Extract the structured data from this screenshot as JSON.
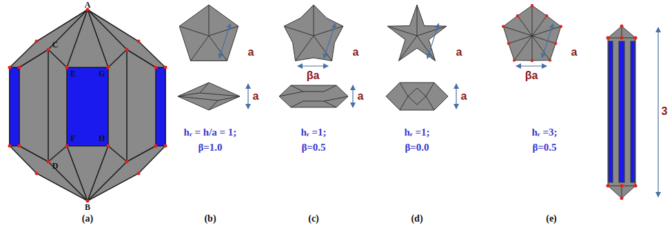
{
  "diagram": {
    "labels": [
      "A",
      "C",
      "E",
      "G",
      "F",
      "H",
      "D",
      "B",
      "(a)",
      "a",
      "a",
      "hᵣ = h/a = 1;",
      "β=1.0",
      "(b)",
      "a",
      "βa",
      "a",
      "hᵣ =1;",
      "β=0.5",
      "(c)",
      "a",
      "a",
      "hᵣ =1;",
      "β=0.0",
      "(d)",
      "a",
      "βa",
      "3",
      "hᵣ =3;",
      "β=0.5",
      "(e)"
    ]
  }
}
